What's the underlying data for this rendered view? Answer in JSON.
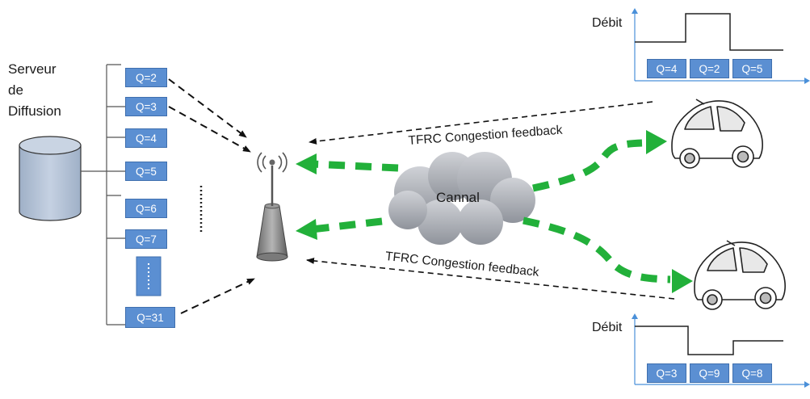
{
  "server": {
    "lines": [
      "Serveur",
      "de",
      "Diffusion"
    ]
  },
  "quality_levels": [
    "Q=2",
    "Q=3",
    "Q=4",
    "Q=5",
    "Q=6",
    "Q=7",
    "Q=31"
  ],
  "feedback_top": "TFRC Congestion feedback",
  "feedback_bottom": "TFRC Congestion feedback",
  "channel": "Cannal",
  "top_chart": {
    "ylabel": "Débit",
    "segments": [
      "Q=4",
      "Q=2",
      "Q=5"
    ]
  },
  "bottom_chart": {
    "ylabel": "Débit",
    "segments": [
      "Q=3",
      "Q=9",
      "Q=8"
    ]
  },
  "colors": {
    "box": "#5b8fd2",
    "arrow_green": "#22b03a",
    "cloud": "#a9acb4",
    "cylinder": "#b7c3d6"
  }
}
